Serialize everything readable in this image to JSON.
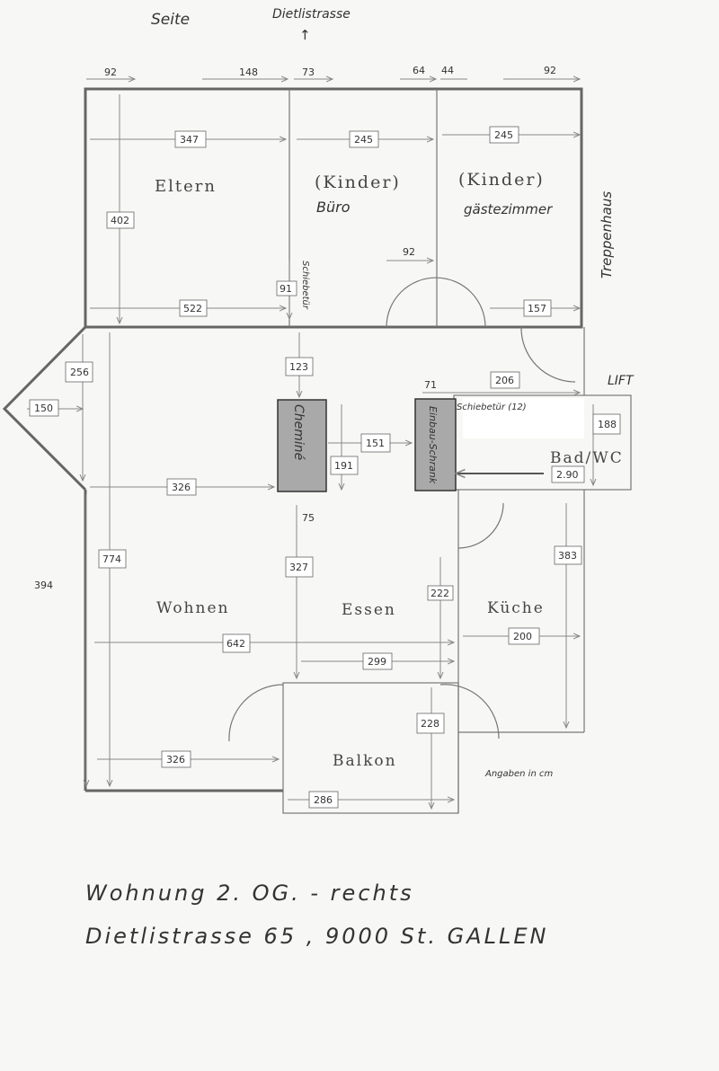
{
  "top": {
    "side_label": "Seite",
    "street_label": "Dietlistrasse",
    "street_arrow": "↑"
  },
  "rooms": {
    "eltern": "Eltern",
    "kinder_1": "(Kinder)",
    "buero": "Büro",
    "kinder_2": "(Kinder)",
    "gaestezimmer": "gästezimmer",
    "treppenhaus": "Treppenhaus",
    "lift": "LIFT",
    "cheminee": "Cheminé",
    "einbauschrank": "Einbau-Schrank",
    "bad_wc": "Bad/WC",
    "wohnen": "Wohnen",
    "essen": "Essen",
    "kueche": "Küche",
    "balkon": "Balkon",
    "schiebetuer_1": "Schiebetür",
    "schiebetuer_2": "Schiebetür (12)"
  },
  "dimensions": {
    "top_92a": "92",
    "top_148": "148",
    "top_73": "73",
    "top_64": "64",
    "top_44": "44",
    "top_92b": "92",
    "d347": "347",
    "d245a": "245",
    "d245b": "245",
    "d402": "402",
    "d92": "92",
    "d91": "91",
    "d522": "522",
    "d157": "157",
    "d256": "256",
    "d150": "150",
    "d123": "123",
    "d71": "71",
    "d206": "206",
    "d188": "188",
    "d290": "2.90",
    "d151": "151",
    "d191": "191",
    "d326a": "326",
    "d75": "75",
    "d774": "774",
    "d394": "394",
    "d327": "327",
    "d222": "222",
    "d383": "383",
    "d642": "642",
    "d200": "200",
    "d299": "299",
    "d228": "228",
    "d326b": "326",
    "d286": "286"
  },
  "note": "Angaben in cm",
  "footer": {
    "line1": "Wohnung  2. OG. - rechts",
    "line2": "Dietlistrasse  65 ,  9000  St. GALLEN"
  }
}
